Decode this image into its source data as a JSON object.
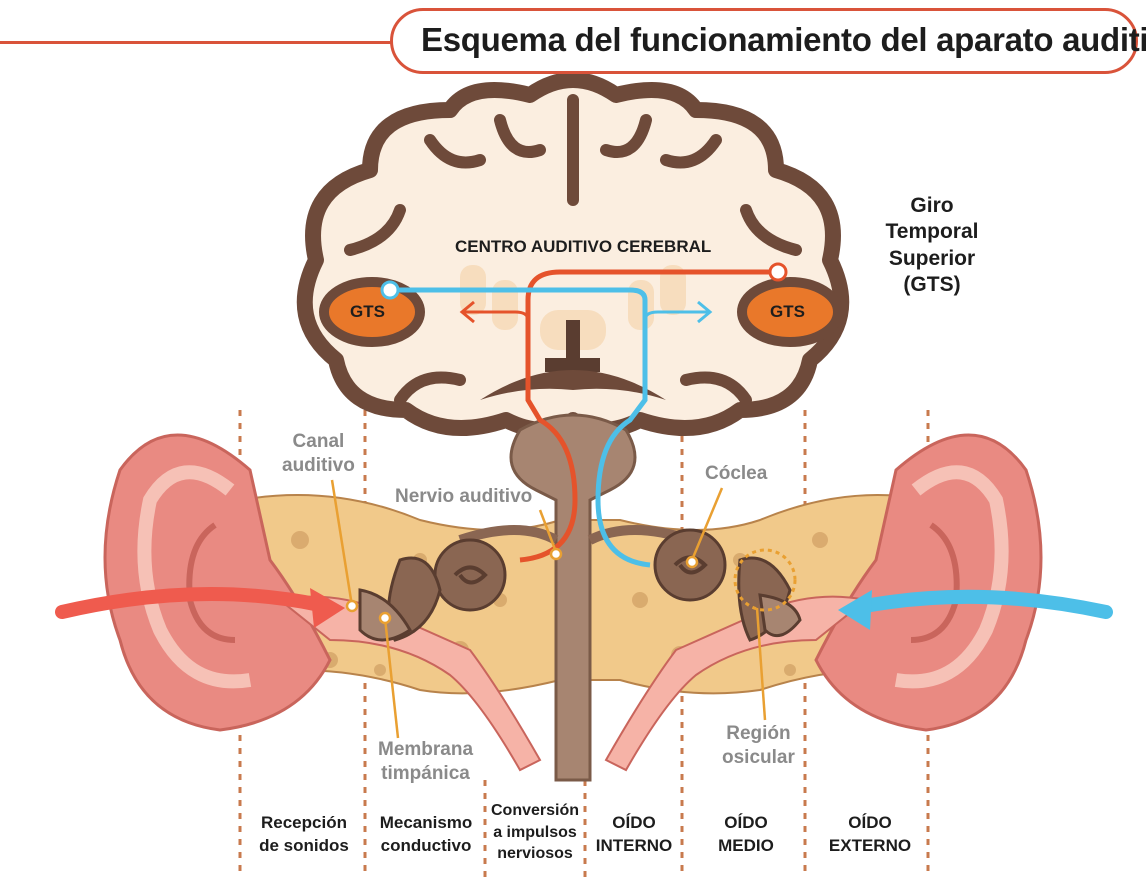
{
  "title": "Esquema del funcionamiento del aparato auditivo",
  "brain": {
    "center_label": "CENTRO AUDITIVO CEREBRAL",
    "gts_left": "GTS",
    "gts_right": "GTS",
    "gts_legend": "Giro\nTemporal\nSuperior\n(GTS)"
  },
  "callouts": {
    "canal": "Canal\nauditivo",
    "nervio": "Nervio auditivo",
    "coclea": "Cóclea",
    "membrana": "Membrana\ntimpánica",
    "region": "Región\nosicular"
  },
  "columns": [
    "Recepción\nde sonidos",
    "Mecanismo\nconductivo",
    "Conversión\na impulsos\nnerviosos",
    "OÍDO\nINTERNO",
    "OÍDO\nMEDIO",
    "OÍDO\nEXTERNO"
  ],
  "colors": {
    "accent_orange": "#d9533a",
    "left_path": "#e5532b",
    "right_path": "#4dbfe8",
    "gts_fill": "#e9782a",
    "brain_outline": "#6e4a3a",
    "brain_fill": "#fbeee0",
    "ear_pink": "#e98a82",
    "bone": "#f1c98a",
    "nerve_brown": "#8a6652",
    "dotted": "#c87a4e"
  }
}
